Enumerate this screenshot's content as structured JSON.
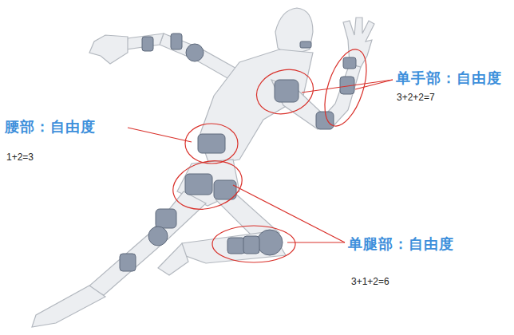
{
  "diagram": {
    "labels": [
      "单手部：自由度",
      "3+2+2=7",
      "腰部：自由度",
      "1+2=3",
      "单腿部：自由度",
      "3+1+2=6"
    ]
  }
}
